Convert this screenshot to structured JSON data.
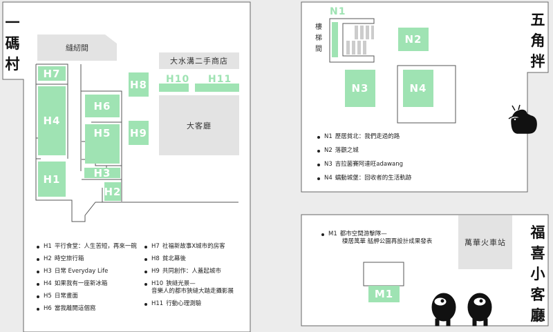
{
  "left_area": {
    "title": "一碼村",
    "rooms": {
      "sewing": "縫紉間",
      "shop": "大水溝二手商店",
      "living": "大客廳"
    },
    "booths": [
      "H1",
      "H2",
      "H3",
      "H4",
      "H5",
      "H6",
      "H7",
      "H8",
      "H9",
      "H10",
      "H11"
    ],
    "legend_col1": [
      {
        "code": "H1",
        "name": "平行食堂：人生苦短，再來一碗"
      },
      {
        "code": "H2",
        "name": "時空旅行箱"
      },
      {
        "code": "H3",
        "name": "日常 Everyday Life"
      },
      {
        "code": "H4",
        "name": "如果我有一座新冰箱"
      },
      {
        "code": "H5",
        "name": "日常畫面"
      },
      {
        "code": "H6",
        "name": "當我離開這個窩"
      }
    ],
    "legend_col2": [
      {
        "code": "H7",
        "name": "社福新故事X城市的房客"
      },
      {
        "code": "H8",
        "name": "貧北幕後"
      },
      {
        "code": "H9",
        "name": "共同創作：人蓋起城市"
      },
      {
        "code": "H10",
        "name": "狹縫光景—",
        "name2": "音樂人的都市狹縫大踏走攝影展"
      },
      {
        "code": "H11",
        "name": "行動心理測驗"
      }
    ]
  },
  "top_right_area": {
    "title": "五角拌",
    "stairwell": "樓梯間",
    "booths": [
      "N1",
      "N2",
      "N3",
      "N4"
    ],
    "legend": [
      {
        "code": "N1",
        "name": "歷居貧北：我們走過的路"
      },
      {
        "code": "N2",
        "name": "落觀之城"
      },
      {
        "code": "N3",
        "name": "吉拉菌賽阿達旺adawang"
      },
      {
        "code": "N4",
        "name": "蠕動城堡：回收者的生活軌跡"
      }
    ]
  },
  "bottom_right_area": {
    "title": "福喜小客廳",
    "station": "萬華火車站",
    "booths": [
      "M1"
    ],
    "legend": [
      {
        "code": "M1",
        "name": "都市空間游擊隊—",
        "name2": "棲居萬華 艋舺公園再設計成果發表"
      }
    ]
  },
  "colors": {
    "booth": "#9fe3b3",
    "room": "#e3e3e3",
    "background": "#ececec"
  }
}
